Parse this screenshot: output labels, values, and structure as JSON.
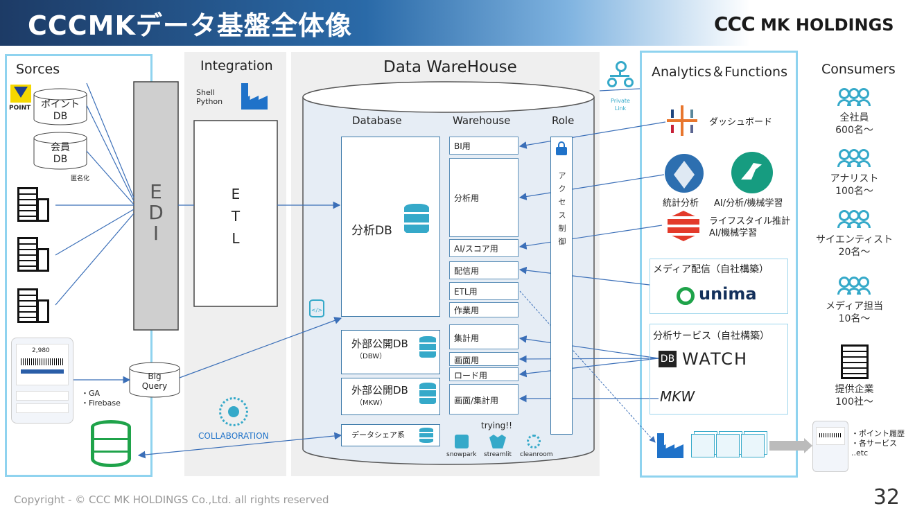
{
  "header": {
    "title": "CCCMKデータ基盤全体像",
    "logo_ccc": "CCC",
    "logo_text": "MK HOLDINGS"
  },
  "sources": {
    "title": "Sorces",
    "point_db": "ポイント\nDB",
    "point_logo": "POINT",
    "member_db": "会員\nDB",
    "anonymize": "匿名化",
    "edi": "E\nD\nI",
    "app_notes": "・GA\n・Firebase",
    "app_value": "2,980"
  },
  "integration": {
    "title": "Integration",
    "tool": "Shell\nPython",
    "etl": "E\nT\nL",
    "bigquery": "Big\nQuery",
    "collaboration": "COLLABORATION"
  },
  "warehouse": {
    "title": "Data WareHouse",
    "col_database": "Database",
    "col_warehouse": "Warehouse",
    "col_role": "Role",
    "analysis_db": "分析DB",
    "ext_db_1": "外部公開DB",
    "ext_db_1_sub": "（DBW）",
    "ext_db_2": "外部公開DB",
    "ext_db_2_sub": "（MKW）",
    "data_share": "データシェア系",
    "role_text": "ア\nク\nセ\nス\n制\n御",
    "warehouses": [
      "BI用",
      "分析用",
      "AI/スコア用",
      "配信用",
      "ETL用",
      "作業用",
      "集計用",
      "画面用",
      "ロード用",
      "画面/集計用"
    ],
    "trying": "trying!!",
    "trying_items": [
      "snowpark",
      "streamlit",
      "cleanroom"
    ]
  },
  "private_link": "Private\nLink",
  "analytics": {
    "title": "Analytics＆Functions",
    "dashboard": "ダッシュボード",
    "stats": "統計分析",
    "ai_ml": "AI/分析/機械学習",
    "lifestyle": "ライフスタイル推計\nAI/機械学習",
    "media_title": "メディア配信（自社構築）",
    "unima": "unima",
    "service_title": "分析サービス（自社構築）",
    "db_badge": "DB",
    "watch": "WATCH",
    "mkw": "MKW",
    "output_notes": "・ポイント履歴\n・各サービス\n..etc"
  },
  "consumers": {
    "title": "Consumers",
    "items": [
      {
        "label": "全社員\n600名〜"
      },
      {
        "label": "アナリスト\n100名〜"
      },
      {
        "label": "サイエンティスト\n20名〜"
      },
      {
        "label": "メディア担当\n10名〜"
      },
      {
        "label": "提供企業\n100社〜"
      }
    ]
  },
  "footer": {
    "copyright": "Copyright - © CCC MK HOLDINGS Co.,Ltd. all rights reserved",
    "page": "32"
  },
  "colors": {
    "accent": "#2a6aa8",
    "panel_border": "#8fd3ef",
    "teal_icon": "#35a9c9",
    "arrow": "#3b6fb8",
    "green": "#1fa34a"
  }
}
